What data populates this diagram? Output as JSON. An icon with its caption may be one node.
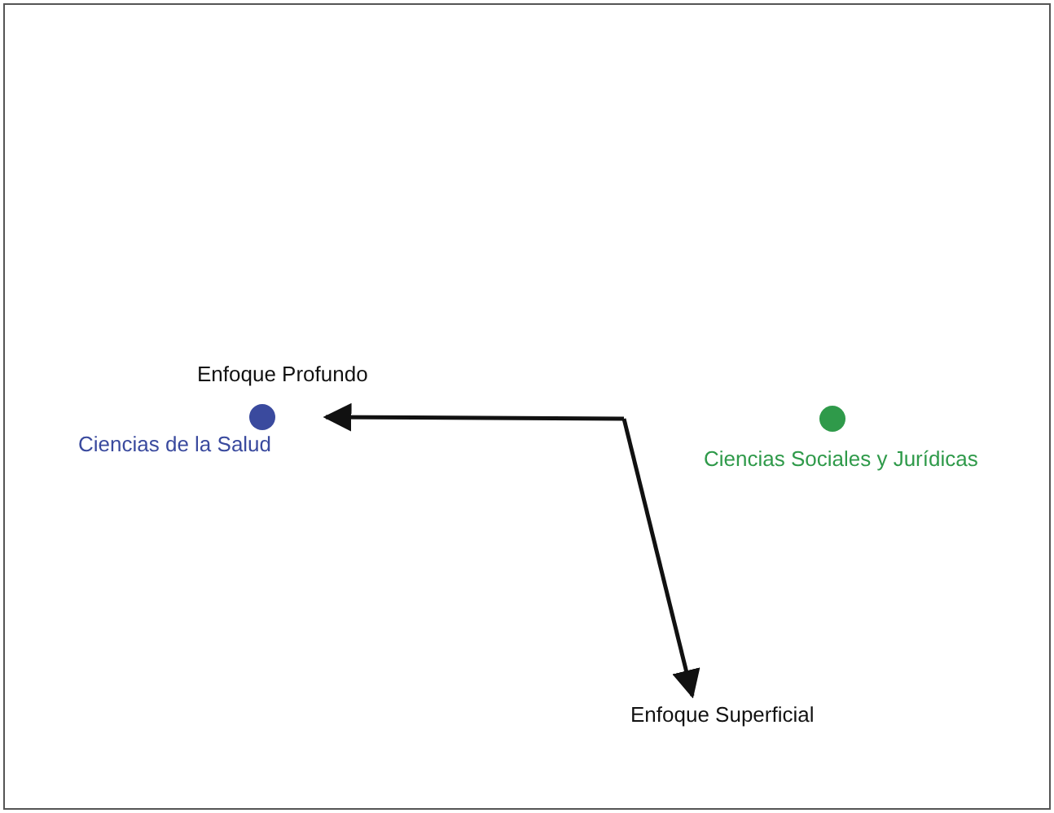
{
  "diagram": {
    "nodes": [
      {
        "text": [
          "Enfoque Profundo"
        ]
      },
      {
        "text": [
          "Enfoque Superficial"
        ]
      },
      {
        "text": [],
        "shape": "circle",
        "beside": [
          "Ciencias de la Salud"
        ]
      },
      {
        "text": [],
        "shape": "circle",
        "beside": [
          "Ciencias Sociales y Jurídicas"
        ]
      }
    ],
    "edges": [
      {
        "from": null,
        "to": 0,
        "arrow": "to"
      },
      {
        "from": null,
        "to": 1,
        "arrow": "to"
      }
    ]
  }
}
